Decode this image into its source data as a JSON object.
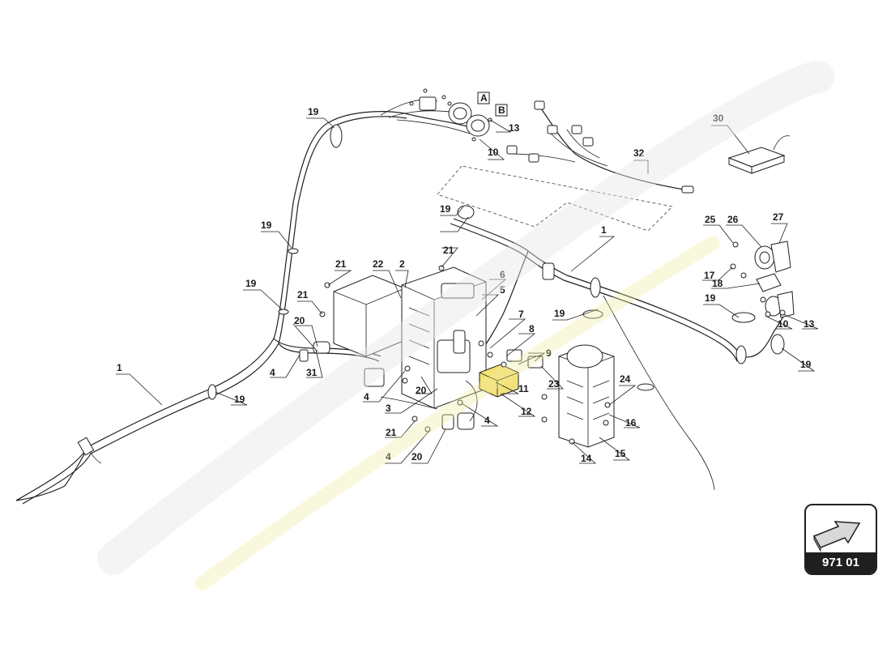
{
  "diagram": {
    "reference_code": "971 01",
    "box_letters": [
      "A",
      "B"
    ],
    "callouts": [
      {
        "id": "c19a",
        "label": "19"
      },
      {
        "id": "c19b",
        "label": "19"
      },
      {
        "id": "c19c",
        "label": "19"
      },
      {
        "id": "c19d",
        "label": "19"
      },
      {
        "id": "c19e",
        "label": "19"
      },
      {
        "id": "c19f",
        "label": "19"
      },
      {
        "id": "c19g",
        "label": "19"
      },
      {
        "id": "c19h",
        "label": "19"
      },
      {
        "id": "c10a",
        "label": "10"
      },
      {
        "id": "c13a",
        "label": "13"
      },
      {
        "id": "c32",
        "label": "32"
      },
      {
        "id": "c30",
        "label": "30"
      },
      {
        "id": "c1a",
        "label": "1"
      },
      {
        "id": "c1b",
        "label": "1"
      },
      {
        "id": "c21a",
        "label": "21"
      },
      {
        "id": "c21b",
        "label": "21"
      },
      {
        "id": "c21c",
        "label": "21"
      },
      {
        "id": "c21d",
        "label": "21"
      },
      {
        "id": "c22",
        "label": "22"
      },
      {
        "id": "c2",
        "label": "2"
      },
      {
        "id": "c6",
        "label": "6"
      },
      {
        "id": "c5",
        "label": "5"
      },
      {
        "id": "c7",
        "label": "7"
      },
      {
        "id": "c8",
        "label": "8"
      },
      {
        "id": "c9",
        "label": "9"
      },
      {
        "id": "c20a",
        "label": "20"
      },
      {
        "id": "c20b",
        "label": "20"
      },
      {
        "id": "c20c",
        "label": "20"
      },
      {
        "id": "c31",
        "label": "31"
      },
      {
        "id": "c4a",
        "label": "4"
      },
      {
        "id": "c4b",
        "label": "4"
      },
      {
        "id": "c4c",
        "label": "4"
      },
      {
        "id": "c4d",
        "label": "4"
      },
      {
        "id": "c3",
        "label": "3"
      },
      {
        "id": "c11",
        "label": "11"
      },
      {
        "id": "c23",
        "label": "23"
      },
      {
        "id": "c12",
        "label": "12"
      },
      {
        "id": "c24",
        "label": "24"
      },
      {
        "id": "c16",
        "label": "16"
      },
      {
        "id": "c14",
        "label": "14"
      },
      {
        "id": "c15",
        "label": "15"
      },
      {
        "id": "c25",
        "label": "25"
      },
      {
        "id": "c26",
        "label": "26"
      },
      {
        "id": "c27",
        "label": "27"
      },
      {
        "id": "c17",
        "label": "17"
      },
      {
        "id": "c18",
        "label": "18"
      },
      {
        "id": "c10b",
        "label": "10"
      },
      {
        "id": "c13b",
        "label": "13"
      }
    ]
  },
  "colors": {
    "line": "#1f1f1f",
    "watermark": "#e6e6e6",
    "watermark_text": "#f0ec9a",
    "highlight": "#f3e27a"
  }
}
